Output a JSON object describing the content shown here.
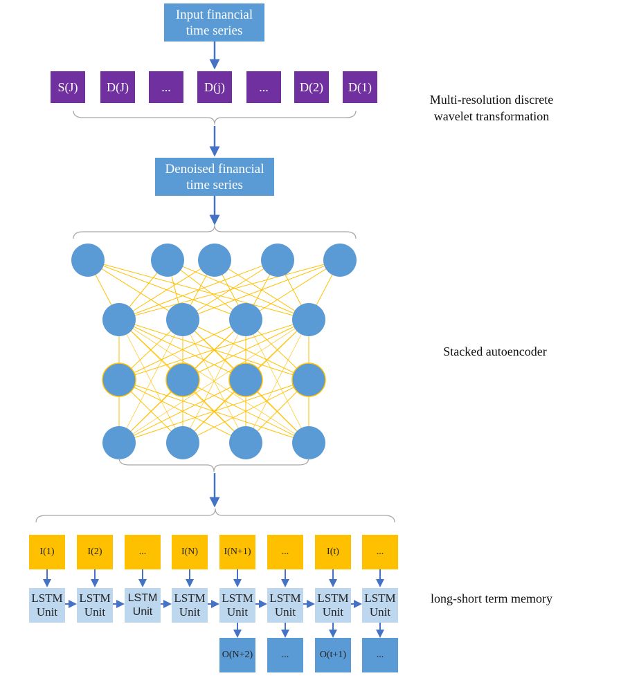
{
  "input_box": {
    "text": "Input financial time series"
  },
  "wavelet_components": [
    "S(J)",
    "D(J)",
    "...",
    "D(j)",
    "...",
    "D(2)",
    "D(1)"
  ],
  "wavelet_label": "Multi-resolution discrete wavelet transformation",
  "denoised_box": {
    "text": "Denoised financial time series"
  },
  "autoencoder": {
    "label": "Stacked autoencoder",
    "layer_sizes": [
      5,
      4,
      4,
      4
    ]
  },
  "lstm": {
    "label": "long-short term memory",
    "inputs": [
      "I(1)",
      "I(2)",
      "...",
      "I(N)",
      "I(N+1)",
      "...",
      "I(t)",
      "..."
    ],
    "unit_label": "LSTM Unit",
    "outputs": [
      "O(N+2)",
      "...",
      "O(t+1)",
      "..."
    ]
  },
  "colors": {
    "blue": "#5b9bd5",
    "purple": "#7030a0",
    "gold": "#ffc000",
    "light_blue": "#bdd7ee",
    "edge": "#ffc000",
    "arrow": "#4472c4",
    "brace": "#a6a6a6"
  }
}
